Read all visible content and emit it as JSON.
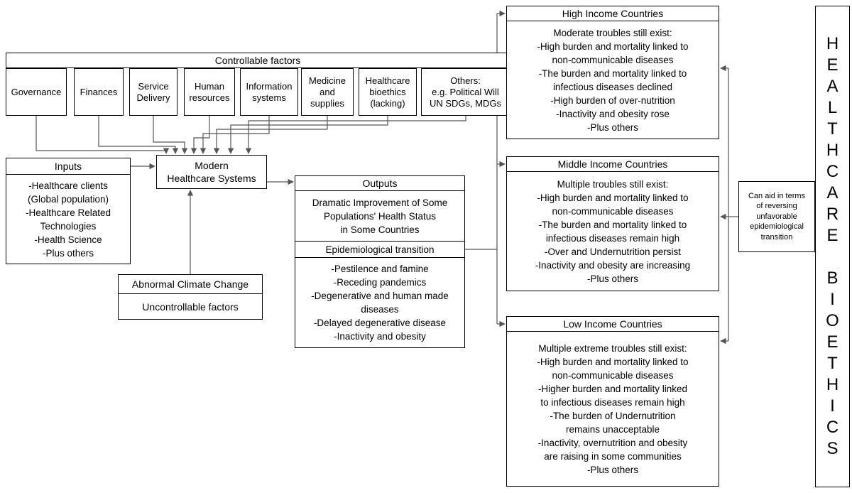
{
  "controllable": {
    "title": "Controllable factors",
    "factors": [
      "Governance",
      "Finances",
      "Service\nDelivery",
      "Human\nresources",
      "Information\nsystems",
      "Medicine\nand\nsupplies",
      "Healthcare\nbioethics\n(lacking)",
      "Others:\ne.g. Political Will\nUN SDGs, MDGs"
    ]
  },
  "inputs": {
    "title": "Inputs",
    "body": "-Healthcare clients\n(Global population)\n-Healthcare Related\nTechnologies\n-Health Science\n-Plus others"
  },
  "system": {
    "label": "Modern\nHealthcare Systems"
  },
  "climate": {
    "title": "Abnormal Climate Change",
    "subtitle": "Uncontrollable factors"
  },
  "outputs": {
    "title": "Outputs",
    "improvement": "Dramatic Improvement of Some\nPopulations' Health Status\nin Some Countries",
    "transition_title": "Epidemiological transition",
    "stages": "-Pestilence and famine\n-Receding pandemics\n-Degenerative and human made\ndiseases\n-Delayed degenerative disease\n-Inactivity and obesity"
  },
  "income_groups": [
    {
      "title": "High Income Countries",
      "body": "Moderate troubles still exist:\n-High burden and mortality linked to\nnon-communicable diseases\n-The burden and mortality linked to\ninfectious diseases declined\n-High burden of over-nutrition\n-Inactivity and obesity rose\n-Plus others"
    },
    {
      "title": "Middle Income Countries",
      "body": "Multiple troubles still exist:\n-High burden and mortality linked to\nnon-communicable diseases\n-The burden and mortality linked to\ninfectious diseases remain high\n-Over and Undernutrition persist\n-Inactivity and obesity are increasing\n-Plus others"
    },
    {
      "title": "Low Income Countries",
      "body": "Multiple extreme troubles still exist:\n-High burden and mortality linked to\nnon-communicable diseases\n-Higher burden and mortality linked\nto infectious diseases remain high\n-The burden of Undernutrition\nremains unacceptable\n-Inactivity, overnutrition and obesity\nare raising in some communities\n-Plus others"
    }
  ],
  "aid_note": "Can aid in terms\nof reversing\nunfavorable\nepidemiological\ntransition",
  "bioethics": {
    "label": "HEALTHCARE BIOETHICS",
    "letters": "H\nE\nA\nL\nT\nH\nC\nA\nR\nE\n\nB\nI\nO\nE\nT\nH\nI\nC\nS"
  },
  "colors": {
    "line": "#555555",
    "border": "#000000",
    "background": "#ffffff"
  }
}
